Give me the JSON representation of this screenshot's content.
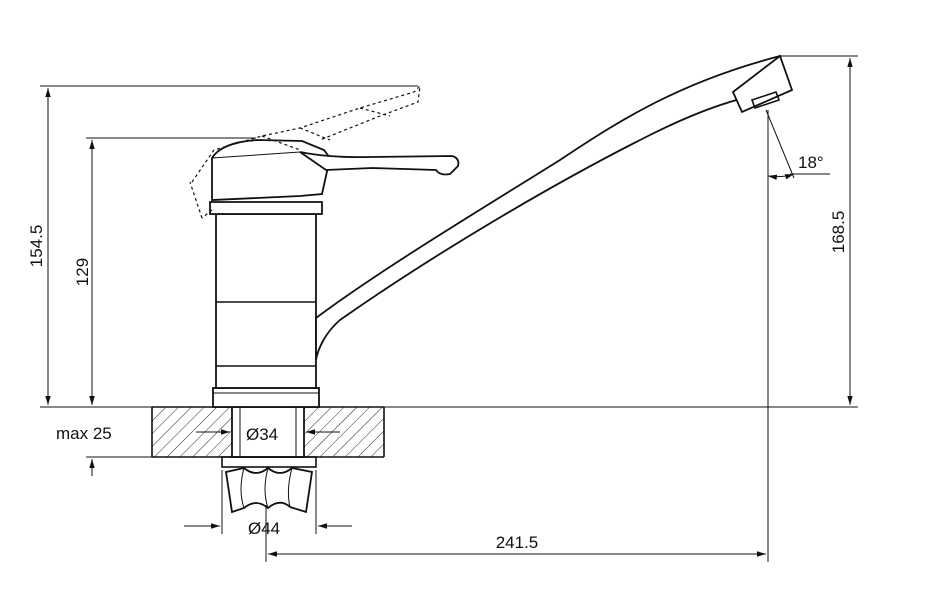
{
  "dimensions": {
    "total_height": "154.5",
    "body_height": "129",
    "spout_height": "168.5",
    "spout_reach": "241.5",
    "spout_angle": "18°",
    "max_deck_thickness": "max 25",
    "mount_diameter": "Ø34",
    "nut_diameter": "Ø44"
  }
}
